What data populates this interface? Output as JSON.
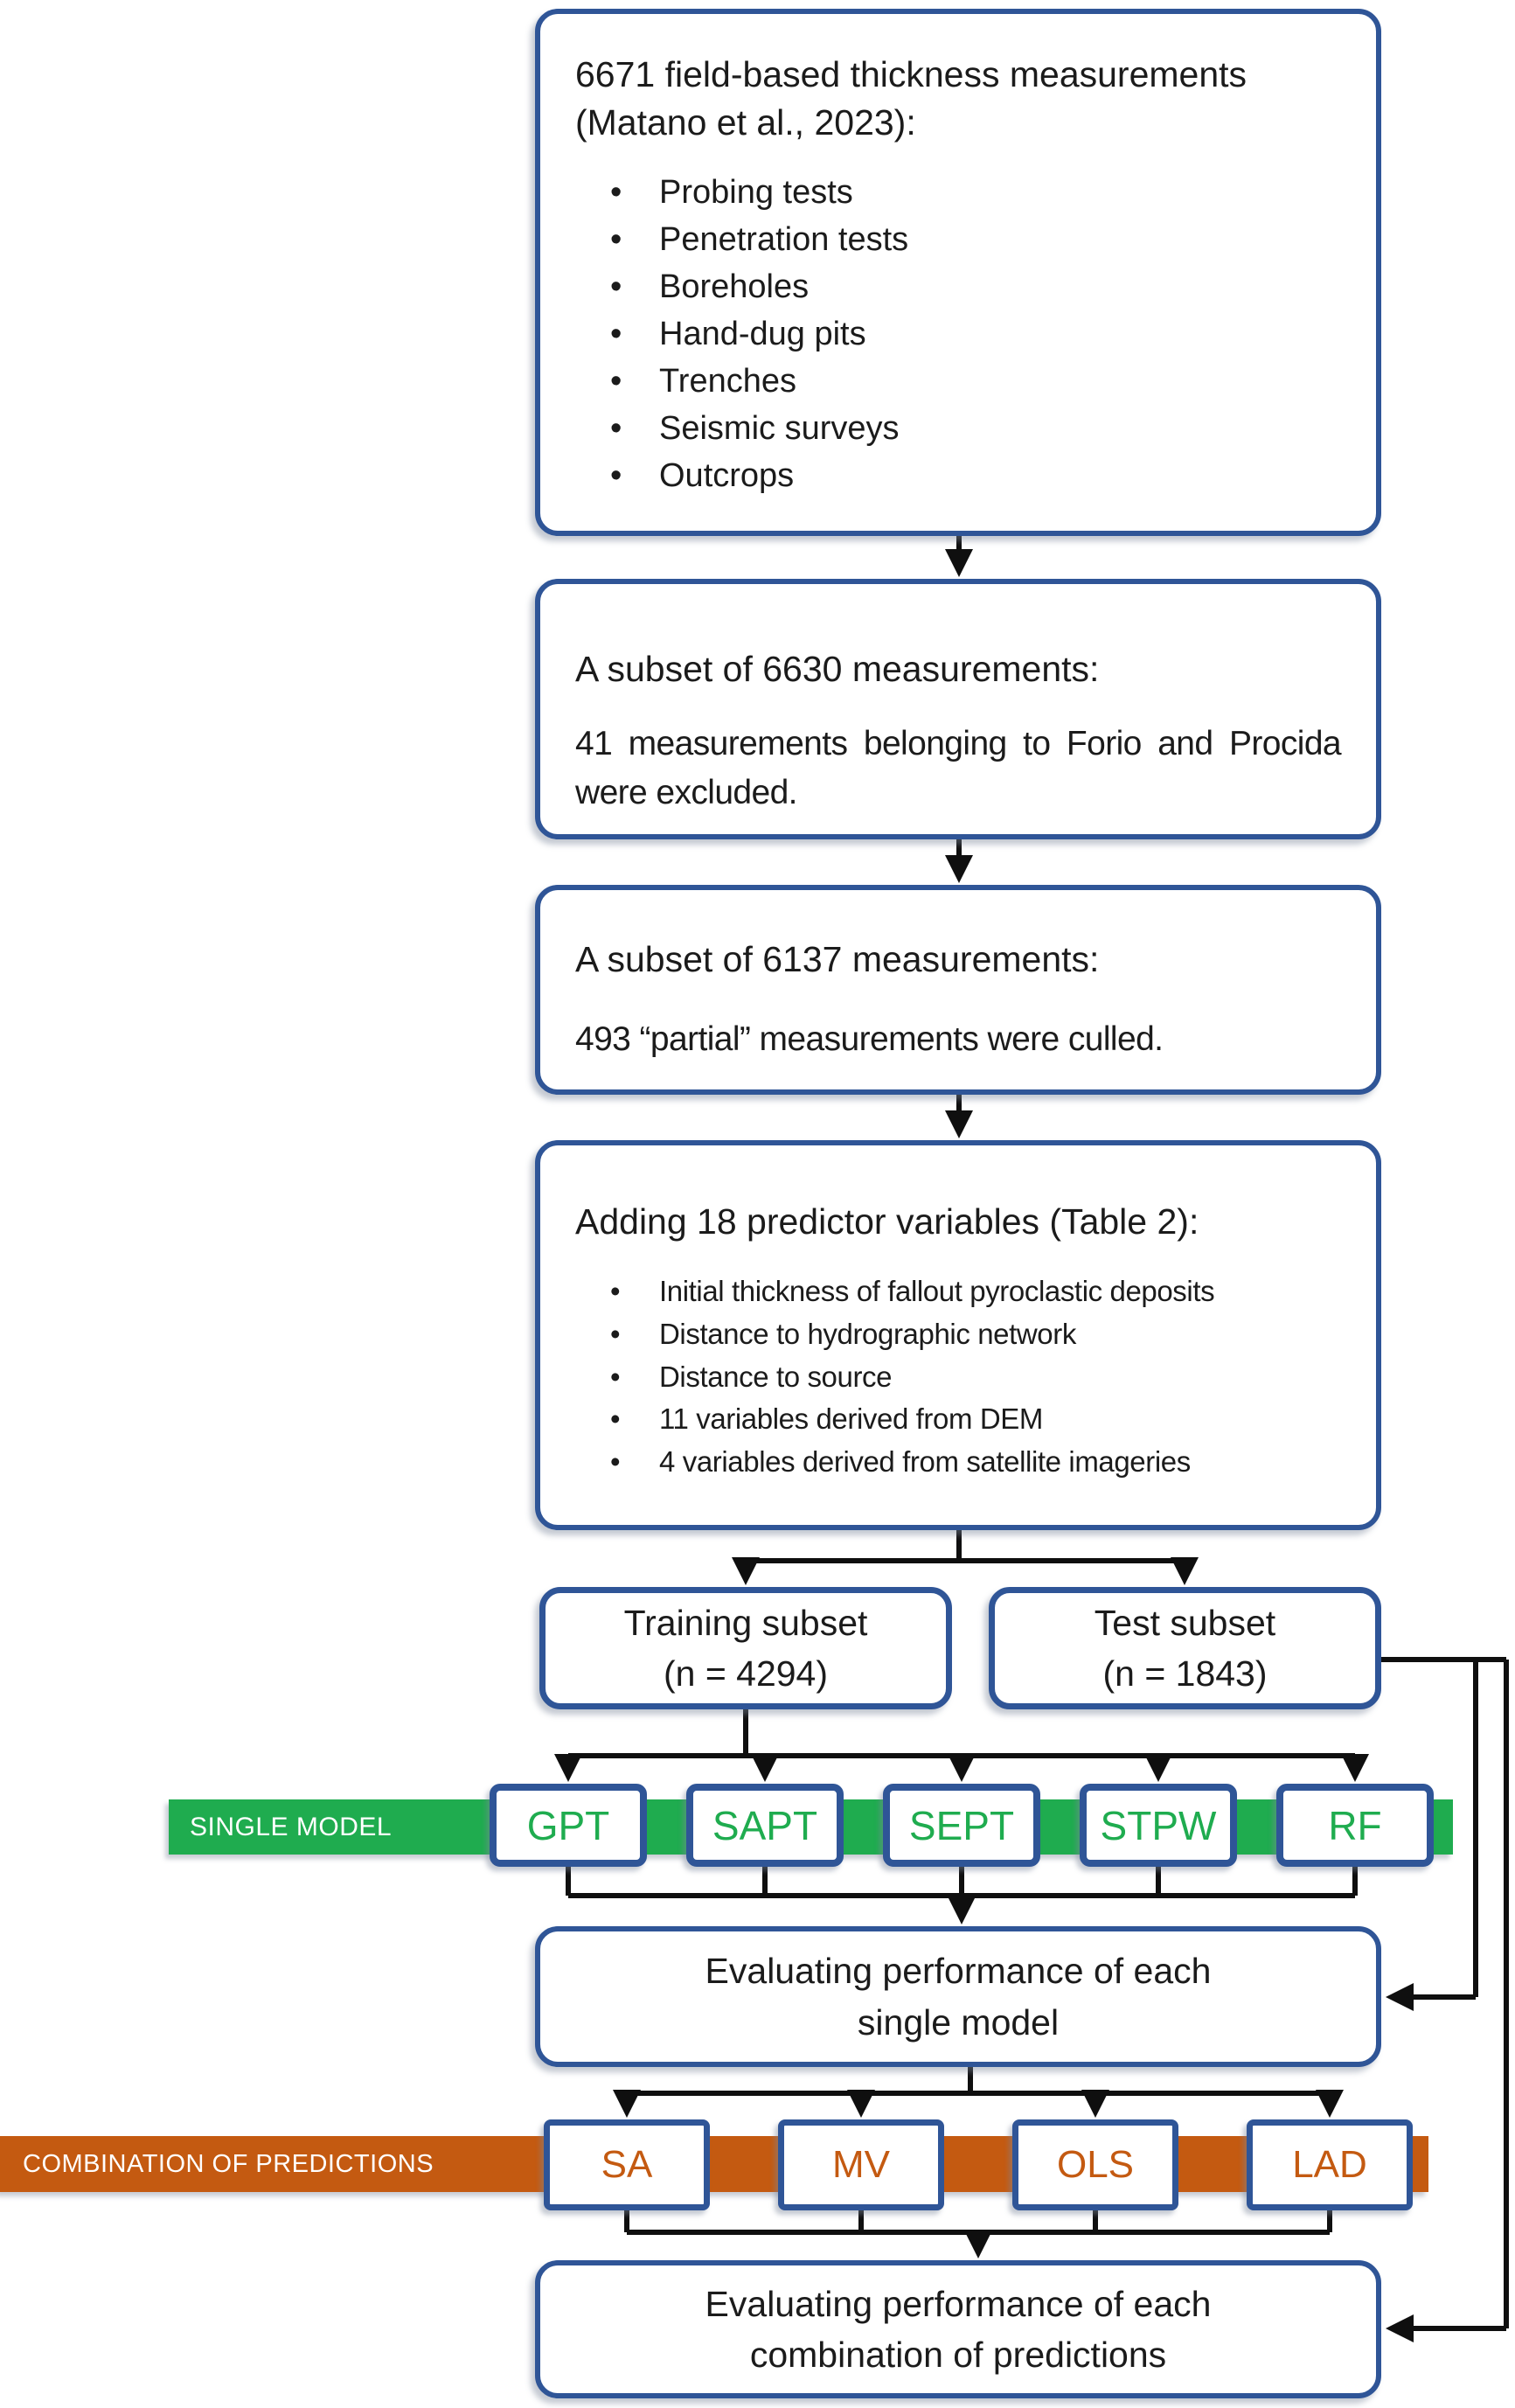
{
  "colors": {
    "blue": "#2F5597",
    "green": "#1FAC4F",
    "orange": "#C45A11",
    "line": "#0f0f0f"
  },
  "boxes": {
    "source": {
      "title_line1": "6671 field-based thickness measurements",
      "title_line2": "(Matano et al., 2023):",
      "bullets": [
        "Probing tests",
        "Penetration tests",
        "Boreholes",
        "Hand-dug pits",
        "Trenches",
        "Seismic surveys",
        "Outcrops"
      ]
    },
    "subset6630": {
      "title": "A subset of 6630 measurements:",
      "body": "41 measurements belonging to Forio and Procida were excluded."
    },
    "subset6137": {
      "title": "A subset of 6137 measurements:",
      "body": "493 “partial” measurements were culled."
    },
    "predictors": {
      "title": "Adding 18 predictor variables (Table 2):",
      "bullets": [
        "Initial thickness of fallout pyroclastic deposits",
        "Distance to hydrographic network",
        "Distance to source",
        "11 variables derived from DEM",
        "4 variables derived from satellite imageries"
      ]
    },
    "training": {
      "line1": "Training subset",
      "line2": "(n = 4294)"
    },
    "test": {
      "line1": "Test subset",
      "line2": "(n = 1843)"
    },
    "eval_single": {
      "line1": "Evaluating performance of each",
      "line2": "single model"
    },
    "eval_combination": {
      "line1": "Evaluating performance of each",
      "line2": "combination of predictions"
    }
  },
  "bands": {
    "single_model": {
      "label": "SINGLE MODEL",
      "models": [
        "GPT",
        "SAPT",
        "SEPT",
        "STPW",
        "RF"
      ]
    },
    "combination": {
      "label": "COMBINATION OF PREDICTIONS",
      "methods": [
        "SA",
        "MV",
        "OLS",
        "LAD"
      ]
    }
  }
}
